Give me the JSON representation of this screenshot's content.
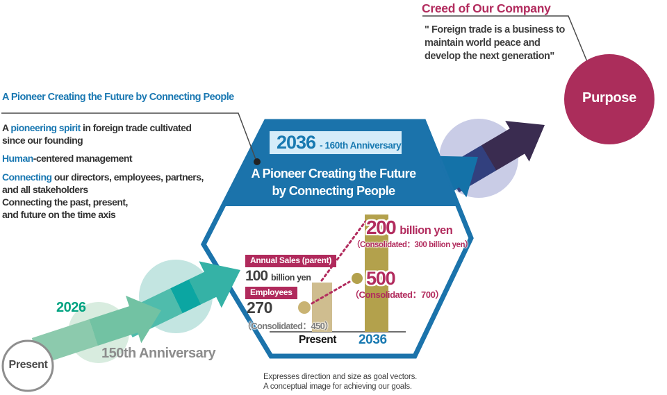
{
  "colors": {
    "crimson": "#b22c5e",
    "badge_crimson": "#b02a5c",
    "purpose_circle": "#ab2d5b",
    "link_blue": "#1a78b2",
    "hexagon_blue": "#1b73ab",
    "year_box_bg": "#d5ecf9",
    "arrow_green_light": "#8ccaad",
    "arrow_green": "#72c2a3",
    "arrow_teal_light": "#4fbcac",
    "arrow_teal_dark": "#0ba6a2",
    "arrow_blue": "#1472a8",
    "arrow_navy": "#32407e",
    "arrow_purple": "#3a2c50",
    "bar_gold": "#b3a14c",
    "bar_gold_light": "#cfbd8f",
    "teal_text": "#00a381",
    "gray_text": "#8c8c8c",
    "pale_green_circle": "#d8ecdf",
    "pale_teal_circle": "#c3e5e1",
    "lavender_circle": "#c9cce6"
  },
  "creed": {
    "title": "Creed of Our Company",
    "quote_line1": "\" Foreign trade is a business to",
    "quote_line2": "maintain world peace and",
    "quote_line3": "develop the next generation\""
  },
  "purpose": {
    "label": "Purpose"
  },
  "left_panel": {
    "heading": "A Pioneer Creating the Future by Connecting People",
    "p1_pre": "A ",
    "p1_hl": "pioneering spirit",
    "p1_post": " in foreign trade cultivated",
    "p1_line2": "since our founding",
    "p2_hl": "Human",
    "p2_post": "-centered management",
    "p3_hl": "Connecting",
    "p3_post": " our directors, employees, partners,",
    "p3_line2": "and all stakeholders",
    "p3_line3": "Connecting the past, present,",
    "p3_line4": "and future on the time axis"
  },
  "timeline": {
    "present": "Present",
    "year_2026": "2026",
    "anniversary_150": "150th Anniversary"
  },
  "hexagon": {
    "year": "2036",
    "anniversary_suffix": "- 160th Anniversary",
    "vision_line1": "A Pioneer Creating the Future",
    "vision_line2": "by Connecting People"
  },
  "chart": {
    "sales_badge": "Annual Sales (parent)",
    "sales_present_value": "100",
    "sales_present_unit": "billion yen",
    "employees_badge": "Employees",
    "employees_present_value": "270",
    "employees_present_consolidated": "（Consolidated：450）",
    "sales_2036_value": "200",
    "sales_2036_unit": "billion yen",
    "sales_2036_consolidated": "（Consolidated：300 billion yen）",
    "employees_2036_value": "500",
    "employees_2036_consolidated": "（Consolidated：700）",
    "x_label_present": "Present",
    "x_label_2036": "2036"
  },
  "chart_data": {
    "type": "bar",
    "categories": [
      "Present",
      "2036"
    ],
    "series": [
      {
        "name": "Annual Sales (parent)",
        "unit": "billion yen",
        "values": [
          100,
          200
        ],
        "consolidated_values": [
          null,
          300
        ]
      },
      {
        "name": "Employees",
        "values": [
          270,
          500
        ],
        "consolidated_values": [
          450,
          700
        ]
      }
    ],
    "legend_position": "left",
    "grid": false
  },
  "caption": {
    "line1": "Expresses direction and size as goal vectors.",
    "line2": "A conceptual image for achieving our goals."
  }
}
